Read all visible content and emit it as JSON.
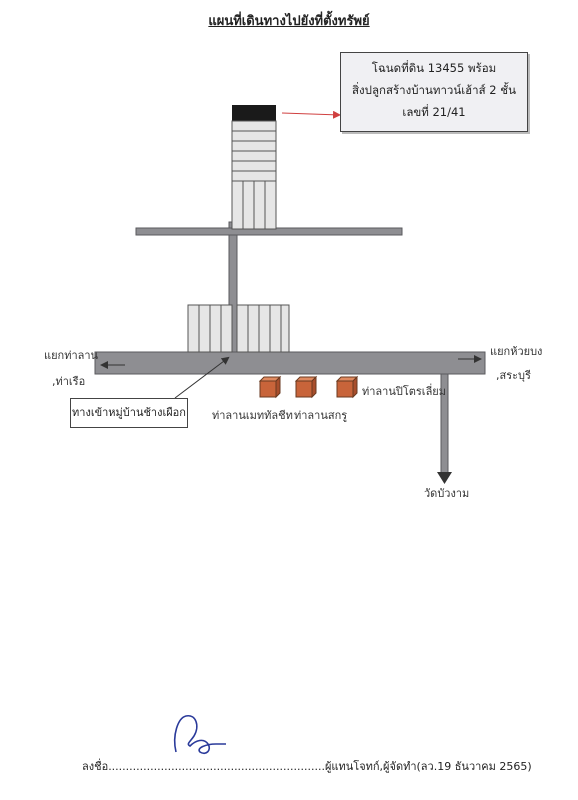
{
  "title": "แผนที่เดินทางไปยังที่ตั้งทรัพย์",
  "deed_box": {
    "line1": "โฉนดที่ดิน 13455 พร้อม",
    "line2": "สิ่งปลูกสร้างบ้านทาวน์เฮ้าส์ 2 ชั้น",
    "line3": "เลขที่ 21/41"
  },
  "entry_box": "ทางเข้าหมู่บ้านช้างเผือก",
  "labels": {
    "left_top": "แยกท่าลาน",
    "left_bottom": ",ท่าเรือ",
    "right_top": "แยกห้วยบง",
    "right_bottom": ",สระบุรี",
    "temple": "วัดบัวงาม"
  },
  "landmarks": [
    {
      "name": "ท่าลานเมททัลชีท"
    },
    {
      "name": "ท่าลานสกรู"
    },
    {
      "name": "ท่าลานปิโตรเลี่ยม"
    }
  ],
  "colors": {
    "road": "#8e8e92",
    "road_border": "#5a5a5e",
    "building": "#e6e6e6",
    "target": "#1a1a1a",
    "landmark": "#c8643a",
    "pointer": "#d04040"
  },
  "signature": {
    "prefix": "ลงชื่อ",
    "dots": "..............................................................",
    "suffix": "ผู้แทนโจทก์,ผู้จัดทำ(ลว.19 ธันวาคม 2565)"
  }
}
